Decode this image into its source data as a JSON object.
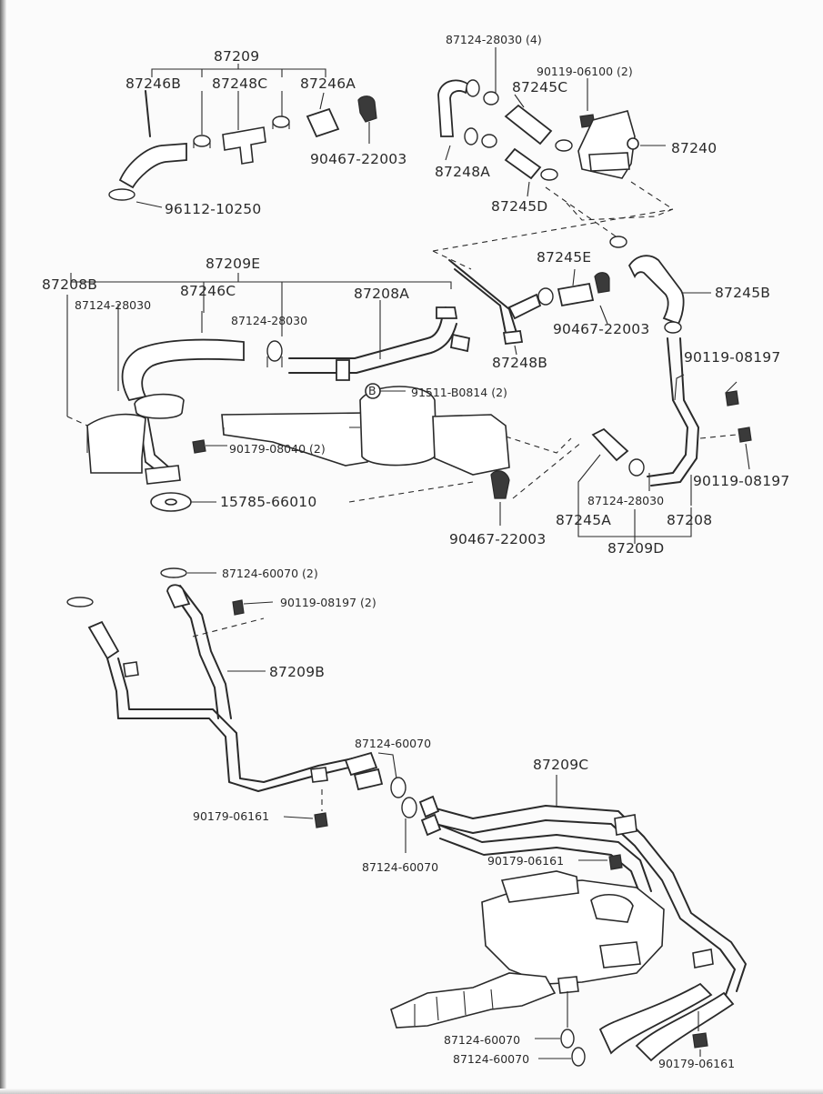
{
  "labels": {
    "l87209": "87209",
    "l87246B": "87246B",
    "l87248C": "87248C",
    "l87246A": "87246A",
    "l90467_1": "90467-22003",
    "l96112": "96112-10250",
    "l87124_28030_4": "87124-28030 (4)",
    "l90119_06100": "90119-06100 (2)",
    "l87245C": "87245C",
    "l87240": "87240",
    "l87248A": "87248A",
    "l87245D": "87245D",
    "l87209E": "87209E",
    "l87208B": "87208B",
    "l87124_28030_a": "87124-28030",
    "l87246C": "87246C",
    "l87124_28030_b": "87124-28030",
    "l87208A": "87208A",
    "l87245E": "87245E",
    "l87245B": "87245B",
    "l90467_2": "90467-22003",
    "l87248B": "87248B",
    "l90119_08197_a": "90119-08197",
    "l91511": "91511-B0814 (2)",
    "l90179_08040": "90179-08040 (2)",
    "l90119_08197_b": "90119-08197",
    "l15785": "15785-66010",
    "l87124_28030_c": "87124-28030",
    "l87245A": "87245A",
    "l87208": "87208",
    "l90467_3": "90467-22003",
    "l87209D": "87209D",
    "l87124_60070_2": "87124-60070 (2)",
    "l90119_08197_2": "90119-08197 (2)",
    "l87209B": "87209B",
    "l87124_60070_a": "87124-60070",
    "l87209C": "87209C",
    "l90179_06161_a": "90179-06161",
    "l87124_60070_b": "87124-60070",
    "l90179_06161_b": "90179-06161",
    "l87124_60070_c": "87124-60070",
    "l87124_60070_d": "87124-60070",
    "l90179_06161_c": "90179-06161",
    "bolt_letter": "B"
  }
}
